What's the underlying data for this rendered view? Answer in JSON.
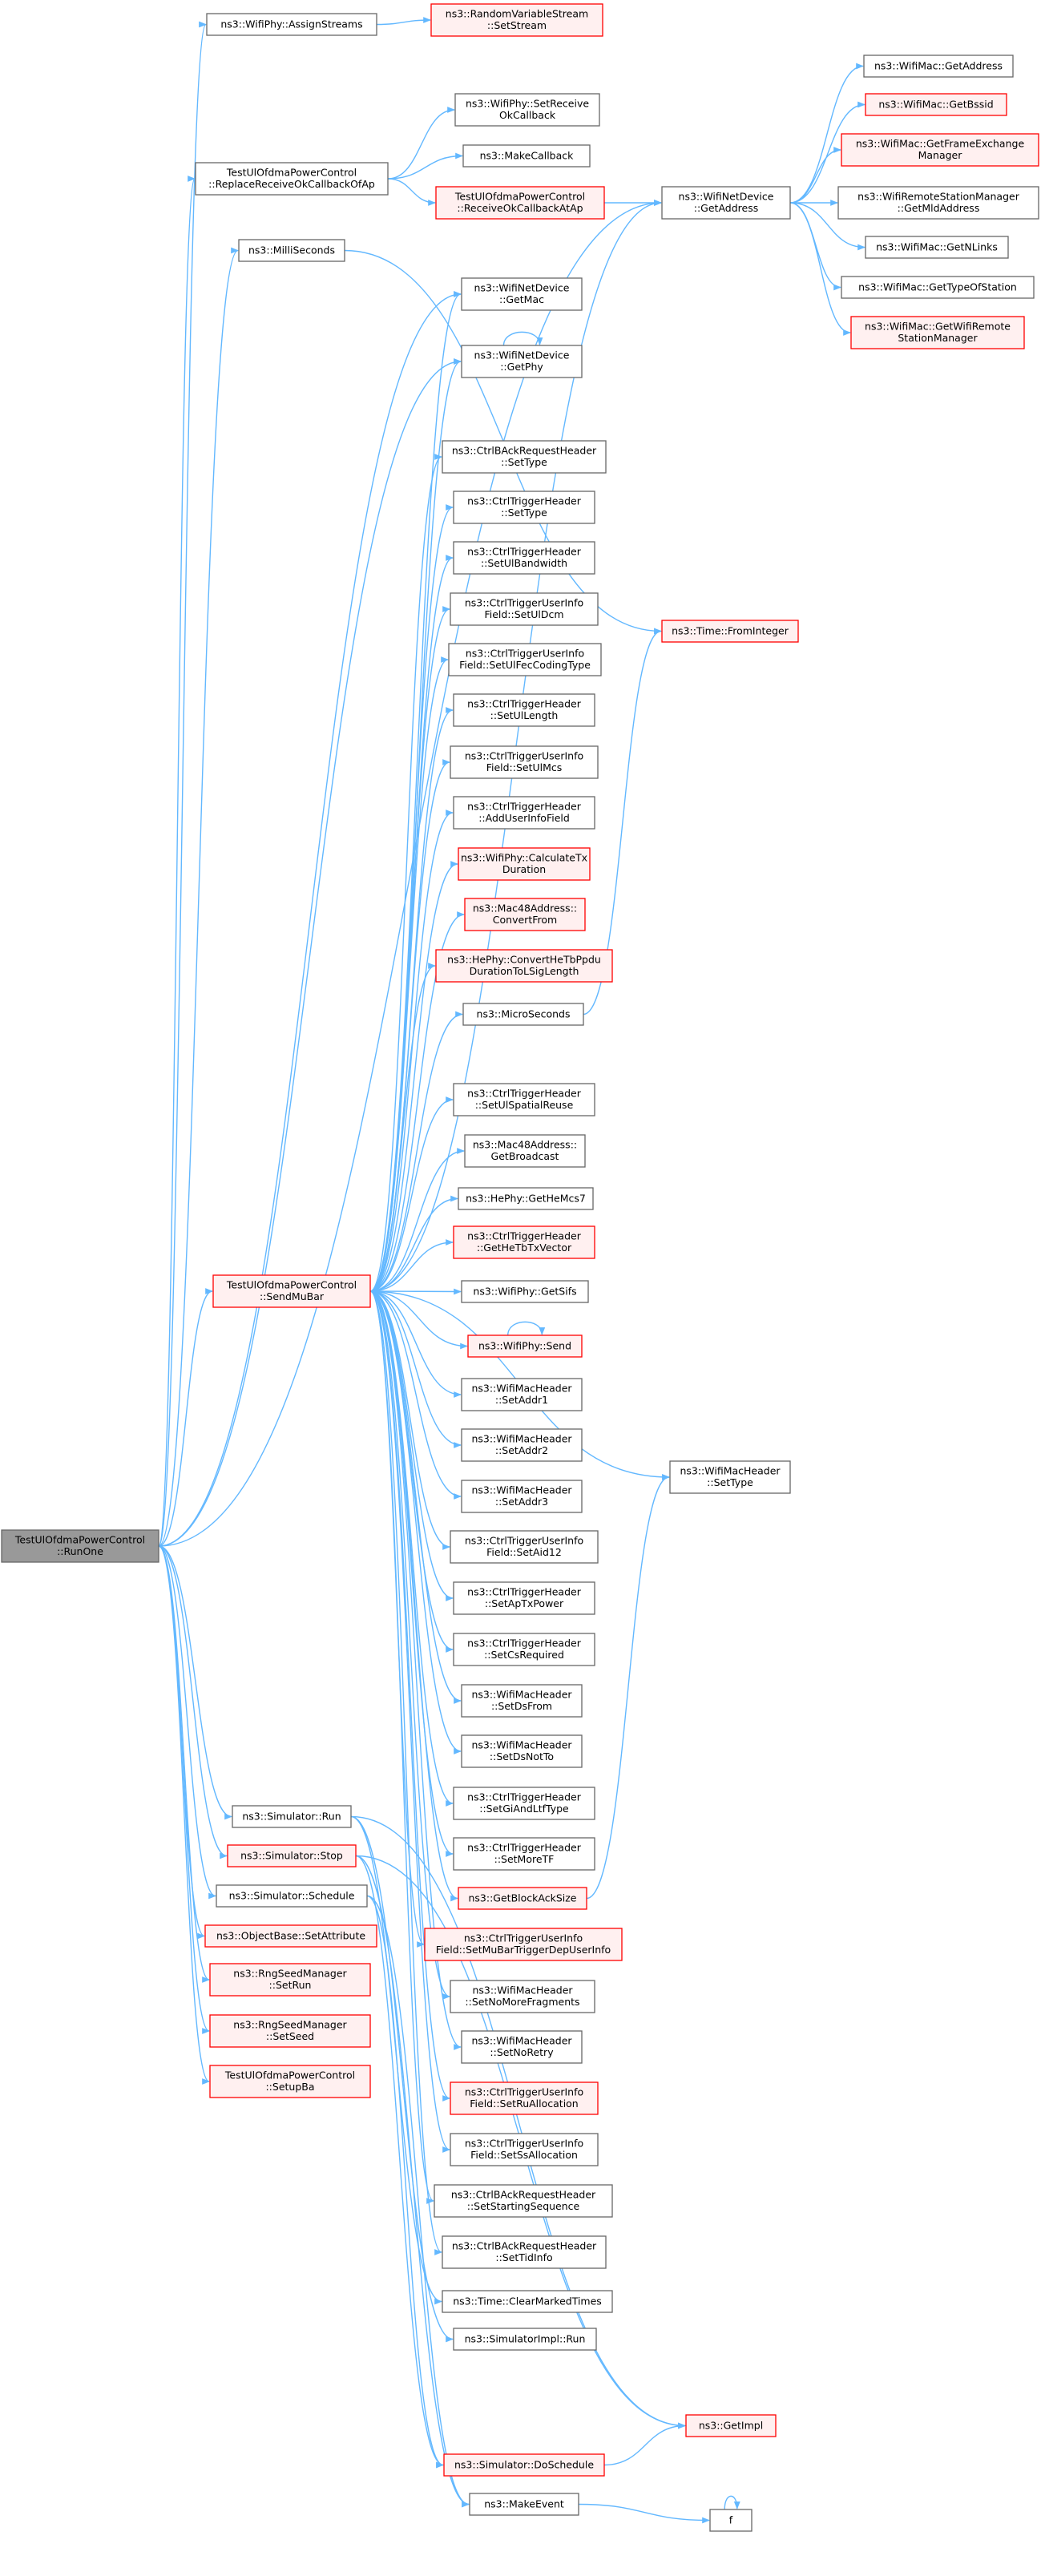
{
  "colors": {
    "edge": "#63b8ff",
    "box_border": "#666666",
    "highlight_border": "#ff0000",
    "highlight_fill": "#fff0f0",
    "root_fill": "#999999"
  },
  "nodes": [
    {
      "id": "runone",
      "lines": [
        "TestUlOfdmaPowerControl",
        "::RunOne"
      ],
      "style": "root"
    },
    {
      "id": "assignstreams",
      "lines": [
        "ns3::WifiPhy::AssignStreams"
      ],
      "style": "normal"
    },
    {
      "id": "setstream",
      "lines": [
        "ns3::RandomVariableStream",
        "::SetStream"
      ],
      "style": "red"
    },
    {
      "id": "replacerecv",
      "lines": [
        "TestUlOfdmaPowerControl",
        "::ReplaceReceiveOkCallbackOfAp"
      ],
      "style": "normal"
    },
    {
      "id": "setreceiveok",
      "lines": [
        "ns3::WifiPhy::SetReceive",
        "OkCallback"
      ],
      "style": "normal"
    },
    {
      "id": "makecallback",
      "lines": [
        "ns3::MakeCallback"
      ],
      "style": "normal"
    },
    {
      "id": "receiveokap",
      "lines": [
        "TestUlOfdmaPowerControl",
        "::ReceiveOkCallbackAtAp"
      ],
      "style": "red"
    },
    {
      "id": "wnd_getaddress",
      "lines": [
        "ns3::WifiNetDevice",
        "::GetAddress"
      ],
      "style": "normal"
    },
    {
      "id": "mac_getaddress",
      "lines": [
        "ns3::WifiMac::GetAddress"
      ],
      "style": "normal"
    },
    {
      "id": "mac_getbssid",
      "lines": [
        "ns3::WifiMac::GetBssid"
      ],
      "style": "red"
    },
    {
      "id": "mac_getfem",
      "lines": [
        "ns3::WifiMac::GetFrameExchange",
        "Manager"
      ],
      "style": "red"
    },
    {
      "id": "wrsm_getmld",
      "lines": [
        "ns3::WifiRemoteStationManager",
        "::GetMldAddress"
      ],
      "style": "normal"
    },
    {
      "id": "mac_getnlinks",
      "lines": [
        "ns3::WifiMac::GetNLinks"
      ],
      "style": "normal"
    },
    {
      "id": "mac_gettypeofstation",
      "lines": [
        "ns3::WifiMac::GetTypeOfStation"
      ],
      "style": "normal"
    },
    {
      "id": "mac_getwrsm",
      "lines": [
        "ns3::WifiMac::GetWifiRemote",
        "StationManager"
      ],
      "style": "red"
    },
    {
      "id": "milliseconds",
      "lines": [
        "ns3::MilliSeconds"
      ],
      "style": "normal"
    },
    {
      "id": "wnd_getmac",
      "lines": [
        "ns3::WifiNetDevice",
        "::GetMac"
      ],
      "style": "normal"
    },
    {
      "id": "wnd_getphy",
      "lines": [
        "ns3::WifiNetDevice",
        "::GetPhy"
      ],
      "style": "normal"
    },
    {
      "id": "barh_settype",
      "lines": [
        "ns3::CtrlBAckRequestHeader",
        "::SetType"
      ],
      "style": "normal"
    },
    {
      "id": "trig_settype",
      "lines": [
        "ns3::CtrlTriggerHeader",
        "::SetType"
      ],
      "style": "normal"
    },
    {
      "id": "trig_setulbw",
      "lines": [
        "ns3::CtrlTriggerHeader",
        "::SetUlBandwidth"
      ],
      "style": "normal"
    },
    {
      "id": "tui_setuldcm",
      "lines": [
        "ns3::CtrlTriggerUserInfo",
        "Field::SetUlDcm"
      ],
      "style": "normal"
    },
    {
      "id": "tui_setulfec",
      "lines": [
        "ns3::CtrlTriggerUserInfo",
        "Field::SetUlFecCodingType"
      ],
      "style": "normal"
    },
    {
      "id": "trig_setullength",
      "lines": [
        "ns3::CtrlTriggerHeader",
        "::SetUlLength"
      ],
      "style": "normal"
    },
    {
      "id": "tui_setulmcs",
      "lines": [
        "ns3::CtrlTriggerUserInfo",
        "Field::SetUlMcs"
      ],
      "style": "normal"
    },
    {
      "id": "trig_adduserinfo",
      "lines": [
        "ns3::CtrlTriggerHeader",
        "::AddUserInfoField"
      ],
      "style": "normal"
    },
    {
      "id": "time_frominteger",
      "lines": [
        "ns3::Time::FromInteger"
      ],
      "style": "red"
    },
    {
      "id": "phy_calctx",
      "lines": [
        "ns3::WifiPhy::CalculateTx",
        "Duration"
      ],
      "style": "red"
    },
    {
      "id": "mac48_convertfrom",
      "lines": [
        "ns3::Mac48Address::",
        "ConvertFrom"
      ],
      "style": "red"
    },
    {
      "id": "hephy_convert",
      "lines": [
        "ns3::HePhy::ConvertHeTbPpdu",
        "DurationToLSigLength"
      ],
      "style": "red"
    },
    {
      "id": "microseconds",
      "lines": [
        "ns3::MicroSeconds"
      ],
      "style": "normal"
    },
    {
      "id": "trig_setulsr",
      "lines": [
        "ns3::CtrlTriggerHeader",
        "::SetUlSpatialReuse"
      ],
      "style": "normal"
    },
    {
      "id": "mac48_getbroadcast",
      "lines": [
        "ns3::Mac48Address::",
        "GetBroadcast"
      ],
      "style": "normal"
    },
    {
      "id": "hephy_gethemcs7",
      "lines": [
        "ns3::HePhy::GetHeMcs7"
      ],
      "style": "normal"
    },
    {
      "id": "trig_gethetbtx",
      "lines": [
        "ns3::CtrlTriggerHeader",
        "::GetHeTbTxVector"
      ],
      "style": "red"
    },
    {
      "id": "sendmubar",
      "lines": [
        "TestUlOfdmaPowerControl",
        "::SendMuBar"
      ],
      "style": "red"
    },
    {
      "id": "phy_getsifs",
      "lines": [
        "ns3::WifiPhy::GetSifs"
      ],
      "style": "normal"
    },
    {
      "id": "phy_send",
      "lines": [
        "ns3::WifiPhy::Send"
      ],
      "style": "red"
    },
    {
      "id": "wmh_setaddr1",
      "lines": [
        "ns3::WifiMacHeader",
        "::SetAddr1"
      ],
      "style": "normal"
    },
    {
      "id": "wmh_setaddr2",
      "lines": [
        "ns3::WifiMacHeader",
        "::SetAddr2"
      ],
      "style": "normal"
    },
    {
      "id": "wmh_settype",
      "lines": [
        "ns3::WifiMacHeader",
        "::SetType"
      ],
      "style": "normal"
    },
    {
      "id": "wmh_setaddr3",
      "lines": [
        "ns3::WifiMacHeader",
        "::SetAddr3"
      ],
      "style": "normal"
    },
    {
      "id": "tui_setaid12",
      "lines": [
        "ns3::CtrlTriggerUserInfo",
        "Field::SetAid12"
      ],
      "style": "normal"
    },
    {
      "id": "trig_setaptx",
      "lines": [
        "ns3::CtrlTriggerHeader",
        "::SetApTxPower"
      ],
      "style": "normal"
    },
    {
      "id": "trig_setcsreq",
      "lines": [
        "ns3::CtrlTriggerHeader",
        "::SetCsRequired"
      ],
      "style": "normal"
    },
    {
      "id": "wmh_setdsfrom",
      "lines": [
        "ns3::WifiMacHeader",
        "::SetDsFrom"
      ],
      "style": "normal"
    },
    {
      "id": "wmh_setdsnotto",
      "lines": [
        "ns3::WifiMacHeader",
        "::SetDsNotTo"
      ],
      "style": "normal"
    },
    {
      "id": "trig_setgiltf",
      "lines": [
        "ns3::CtrlTriggerHeader",
        "::SetGiAndLtfType"
      ],
      "style": "normal"
    },
    {
      "id": "trig_setmoretf",
      "lines": [
        "ns3::CtrlTriggerHeader",
        "::SetMoreTF"
      ],
      "style": "normal"
    },
    {
      "id": "sim_run",
      "lines": [
        "ns3::Simulator::Run"
      ],
      "style": "normal"
    },
    {
      "id": "getblockacksize",
      "lines": [
        "ns3::GetBlockAckSize"
      ],
      "style": "red"
    },
    {
      "id": "sim_stop",
      "lines": [
        "ns3::Simulator::Stop"
      ],
      "style": "red"
    },
    {
      "id": "sim_schedule",
      "lines": [
        "ns3::Simulator::Schedule"
      ],
      "style": "normal"
    },
    {
      "id": "tui_setmubar",
      "lines": [
        "ns3::CtrlTriggerUserInfo",
        "Field::SetMuBarTriggerDepUserInfo"
      ],
      "style": "red"
    },
    {
      "id": "ob_setattribute",
      "lines": [
        "ns3::ObjectBase::SetAttribute"
      ],
      "style": "red"
    },
    {
      "id": "wmh_setnomorefrag",
      "lines": [
        "ns3::WifiMacHeader",
        "::SetNoMoreFragments"
      ],
      "style": "normal"
    },
    {
      "id": "rng_setrun",
      "lines": [
        "ns3::RngSeedManager",
        "::SetRun"
      ],
      "style": "red"
    },
    {
      "id": "wmh_setnoretry",
      "lines": [
        "ns3::WifiMacHeader",
        "::SetNoRetry"
      ],
      "style": "normal"
    },
    {
      "id": "rng_setseed",
      "lines": [
        "ns3::RngSeedManager",
        "::SetSeed"
      ],
      "style": "red"
    },
    {
      "id": "tui_setru",
      "lines": [
        "ns3::CtrlTriggerUserInfo",
        "Field::SetRuAllocation"
      ],
      "style": "red"
    },
    {
      "id": "setupba",
      "lines": [
        "TestUlOfdmaPowerControl",
        "::SetupBa"
      ],
      "style": "red"
    },
    {
      "id": "tui_setss",
      "lines": [
        "ns3::CtrlTriggerUserInfo",
        "Field::SetSsAllocation"
      ],
      "style": "normal"
    },
    {
      "id": "barh_setss",
      "lines": [
        "ns3::CtrlBAckRequestHeader",
        "::SetStartingSequence"
      ],
      "style": "normal"
    },
    {
      "id": "barh_settid",
      "lines": [
        "ns3::CtrlBAckRequestHeader",
        "::SetTidInfo"
      ],
      "style": "normal"
    },
    {
      "id": "time_clearmarked",
      "lines": [
        "ns3::Time::ClearMarkedTimes"
      ],
      "style": "normal"
    },
    {
      "id": "simimpl_run",
      "lines": [
        "ns3::SimulatorImpl::Run"
      ],
      "style": "normal"
    },
    {
      "id": "getimpl",
      "lines": [
        "ns3::GetImpl"
      ],
      "style": "red"
    },
    {
      "id": "sim_doschedule",
      "lines": [
        "ns3::Simulator::DoSchedule"
      ],
      "style": "red"
    },
    {
      "id": "makeevent",
      "lines": [
        "ns3::MakeEvent"
      ],
      "style": "normal"
    },
    {
      "id": "f",
      "lines": [
        "f"
      ],
      "style": "normal"
    }
  ],
  "edges": [
    [
      "runone",
      "assignstreams"
    ],
    [
      "runone",
      "replacerecv"
    ],
    [
      "runone",
      "wnd_getaddress"
    ],
    [
      "runone",
      "milliseconds"
    ],
    [
      "runone",
      "wnd_getmac"
    ],
    [
      "runone",
      "wnd_getphy"
    ],
    [
      "runone",
      "sendmubar"
    ],
    [
      "runone",
      "sim_run"
    ],
    [
      "runone",
      "sim_stop"
    ],
    [
      "runone",
      "sim_schedule"
    ],
    [
      "runone",
      "ob_setattribute"
    ],
    [
      "runone",
      "rng_setrun"
    ],
    [
      "runone",
      "rng_setseed"
    ],
    [
      "runone",
      "setupba"
    ],
    [
      "assignstreams",
      "setstream"
    ],
    [
      "replacerecv",
      "setreceiveok"
    ],
    [
      "replacerecv",
      "makecallback"
    ],
    [
      "replacerecv",
      "receiveokap"
    ],
    [
      "receiveokap",
      "wnd_getaddress"
    ],
    [
      "wnd_getaddress",
      "mac_getaddress"
    ],
    [
      "wnd_getaddress",
      "mac_getbssid"
    ],
    [
      "wnd_getaddress",
      "mac_getfem"
    ],
    [
      "wnd_getaddress",
      "wrsm_getmld"
    ],
    [
      "wnd_getaddress",
      "mac_getnlinks"
    ],
    [
      "wnd_getaddress",
      "mac_gettypeofstation"
    ],
    [
      "wnd_getaddress",
      "mac_getwrsm"
    ],
    [
      "milliseconds",
      "time_frominteger"
    ],
    [
      "wnd_getphy",
      "wnd_getphy"
    ],
    [
      "sendmubar",
      "wnd_getaddress"
    ],
    [
      "sendmubar",
      "wnd_getmac"
    ],
    [
      "sendmubar",
      "wnd_getphy"
    ],
    [
      "sendmubar",
      "barh_settype"
    ],
    [
      "sendmubar",
      "trig_settype"
    ],
    [
      "sendmubar",
      "trig_setulbw"
    ],
    [
      "sendmubar",
      "tui_setuldcm"
    ],
    [
      "sendmubar",
      "tui_setulfec"
    ],
    [
      "sendmubar",
      "trig_setullength"
    ],
    [
      "sendmubar",
      "tui_setulmcs"
    ],
    [
      "sendmubar",
      "trig_adduserinfo"
    ],
    [
      "sendmubar",
      "phy_calctx"
    ],
    [
      "sendmubar",
      "mac48_convertfrom"
    ],
    [
      "sendmubar",
      "hephy_convert"
    ],
    [
      "sendmubar",
      "microseconds"
    ],
    [
      "sendmubar",
      "trig_setulsr"
    ],
    [
      "sendmubar",
      "mac48_getbroadcast"
    ],
    [
      "sendmubar",
      "hephy_gethemcs7"
    ],
    [
      "sendmubar",
      "trig_gethetbtx"
    ],
    [
      "sendmubar",
      "phy_getsifs"
    ],
    [
      "sendmubar",
      "phy_send"
    ],
    [
      "sendmubar",
      "wmh_setaddr1"
    ],
    [
      "sendmubar",
      "wmh_setaddr2"
    ],
    [
      "sendmubar",
      "wmh_setaddr3"
    ],
    [
      "sendmubar",
      "tui_setaid12"
    ],
    [
      "sendmubar",
      "trig_setaptx"
    ],
    [
      "sendmubar",
      "trig_setcsreq"
    ],
    [
      "sendmubar",
      "wmh_setdsfrom"
    ],
    [
      "sendmubar",
      "wmh_setdsnotto"
    ],
    [
      "sendmubar",
      "trig_setgiltf"
    ],
    [
      "sendmubar",
      "trig_setmoretf"
    ],
    [
      "sendmubar",
      "getblockacksize"
    ],
    [
      "sendmubar",
      "tui_setmubar"
    ],
    [
      "sendmubar",
      "wmh_setnomorefrag"
    ],
    [
      "sendmubar",
      "wmh_setnoretry"
    ],
    [
      "sendmubar",
      "tui_setru"
    ],
    [
      "sendmubar",
      "tui_setss"
    ],
    [
      "sendmubar",
      "barh_setss"
    ],
    [
      "sendmubar",
      "barh_settid"
    ],
    [
      "sendmubar",
      "wmh_settype"
    ],
    [
      "microseconds",
      "time_frominteger"
    ],
    [
      "phy_send",
      "phy_send"
    ],
    [
      "getblockacksize",
      "wmh_settype"
    ],
    [
      "sim_run",
      "time_clearmarked"
    ],
    [
      "sim_run",
      "simimpl_run"
    ],
    [
      "sim_run",
      "getimpl"
    ],
    [
      "sim_stop",
      "sim_doschedule"
    ],
    [
      "sim_stop",
      "makeevent"
    ],
    [
      "sim_stop",
      "getimpl"
    ],
    [
      "sim_schedule",
      "sim_doschedule"
    ],
    [
      "sim_schedule",
      "makeevent"
    ],
    [
      "sim_doschedule",
      "getimpl"
    ],
    [
      "makeevent",
      "f"
    ],
    [
      "f",
      "f"
    ]
  ]
}
